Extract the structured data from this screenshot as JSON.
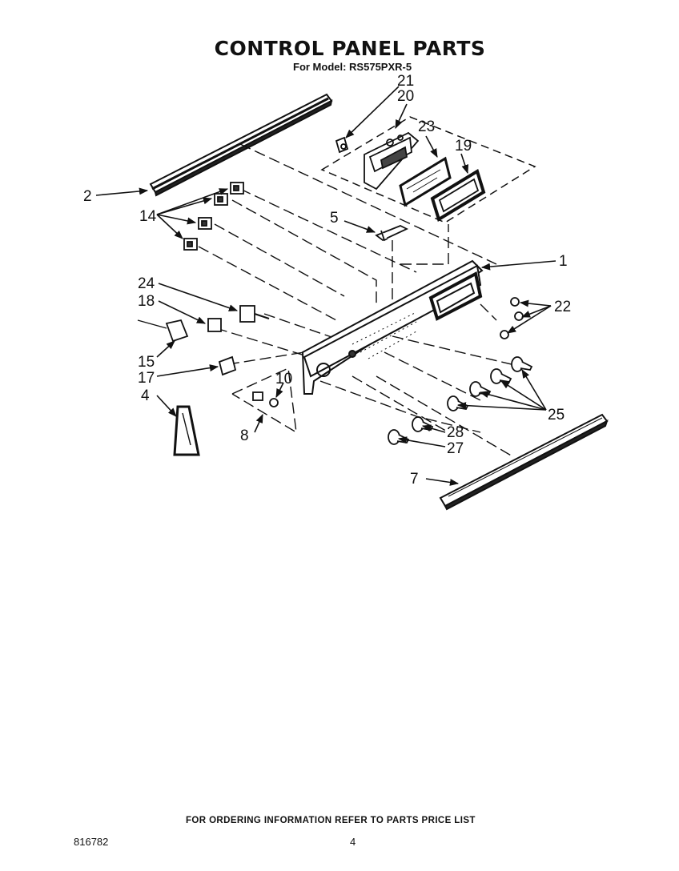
{
  "header": {
    "title": "CONTROL PANEL PARTS",
    "subtitle": "For Model: RS575PXR-5"
  },
  "callouts": [
    {
      "id": "c2",
      "text": "2"
    },
    {
      "id": "c14",
      "text": "14"
    },
    {
      "id": "c24",
      "text": "24"
    },
    {
      "id": "c18",
      "text": "18"
    },
    {
      "id": "c15",
      "text": "15"
    },
    {
      "id": "c17",
      "text": "17"
    },
    {
      "id": "c4",
      "text": "4"
    },
    {
      "id": "c8",
      "text": "8"
    },
    {
      "id": "c10",
      "text": "10"
    },
    {
      "id": "c21",
      "text": "21"
    },
    {
      "id": "c20",
      "text": "20"
    },
    {
      "id": "c23",
      "text": "23"
    },
    {
      "id": "c19",
      "text": "19"
    },
    {
      "id": "c5",
      "text": "5"
    },
    {
      "id": "c1",
      "text": "1"
    },
    {
      "id": "c22",
      "text": "22"
    },
    {
      "id": "c25",
      "text": "25"
    },
    {
      "id": "c28",
      "text": "28"
    },
    {
      "id": "c27",
      "text": "27"
    },
    {
      "id": "c7",
      "text": "7"
    }
  ],
  "footer": {
    "note": "FOR ORDERING INFORMATION REFER TO PARTS PRICE LIST",
    "doc_number": "816782",
    "page_number": "4"
  }
}
